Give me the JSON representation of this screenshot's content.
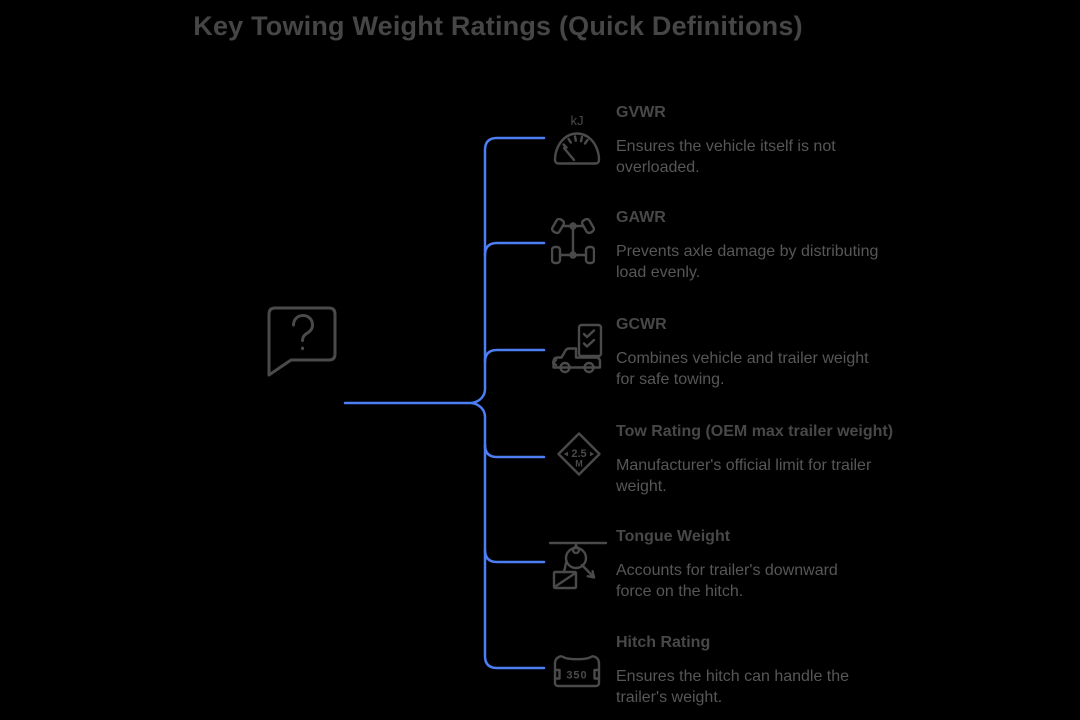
{
  "title": "Key Towing Weight Ratings (Quick Definitions)",
  "colors": {
    "background": "#000000",
    "connector_blue": "#4d7ef3",
    "icon_stroke": "#4a4a4a",
    "heading_text": "#484848",
    "description_text": "#575757",
    "title_text": "#464646"
  },
  "center": {
    "icon": "question-bubble-icon"
  },
  "items": [
    {
      "icon": "gvwr-gauge-icon",
      "icon_label": "kJ",
      "heading": "GVWR",
      "desc_lines": [
        "Ensures the vehicle itself is not",
        "overloaded."
      ]
    },
    {
      "icon": "gawr-axle-icon",
      "heading": "GAWR",
      "desc_lines": [
        "Prevents axle damage by distributing",
        "load evenly."
      ]
    },
    {
      "icon": "gcwr-truck-checklist-icon",
      "heading": "GCWR",
      "desc_lines": [
        "Combines vehicle and trailer weight",
        "for safe towing."
      ]
    },
    {
      "icon": "tow-rating-sign-icon",
      "icon_label": "2.5",
      "icon_sublabel": "M",
      "heading": "Tow Rating (OEM max trailer weight)",
      "desc_lines": [
        "Manufacturer's official limit for trailer",
        "weight."
      ]
    },
    {
      "icon": "tongue-weight-pulley-icon",
      "heading": "Tongue Weight",
      "desc_lines": [
        "Accounts for trailer's downward",
        "force on the hitch."
      ]
    },
    {
      "icon": "hitch-rating-weight-icon",
      "icon_label": "350",
      "heading": "Hitch Rating",
      "desc_lines": [
        "Ensures the hitch can handle the",
        "trailer's weight."
      ]
    }
  ]
}
